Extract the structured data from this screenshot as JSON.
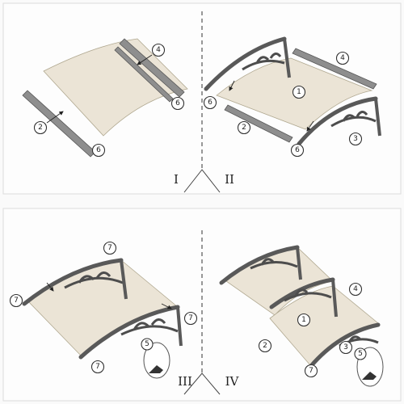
{
  "panels": [
    {
      "roman": "I",
      "callouts": [
        "2",
        "6",
        "4",
        "6"
      ]
    },
    {
      "roman": "II",
      "callouts": [
        "1",
        "2",
        "6",
        "4",
        "6",
        "3"
      ]
    },
    {
      "roman": "III",
      "callouts": [
        "7",
        "7",
        "7",
        "7",
        "5"
      ]
    },
    {
      "roman": "IV",
      "callouts": [
        "1",
        "2",
        "4",
        "3",
        "7",
        "5"
      ]
    }
  ],
  "colors": {
    "sheet": "#ebe4d6",
    "frame": "#595959",
    "rail": "#8e8e8e",
    "divider": "#555555"
  }
}
